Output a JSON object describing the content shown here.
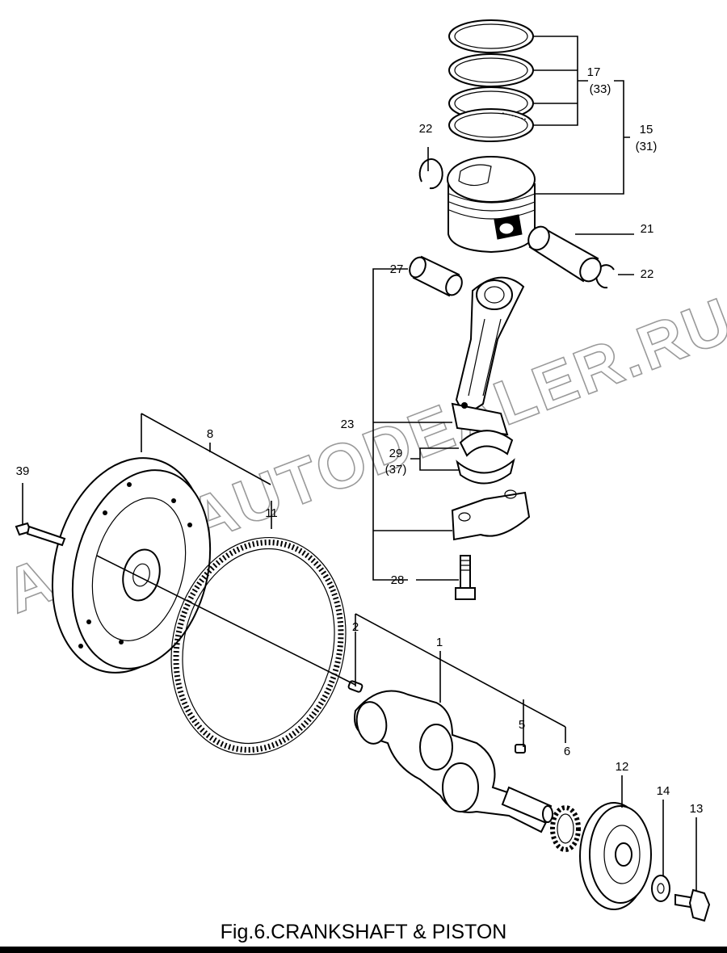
{
  "figure": {
    "caption": "Fig.6.CRANKSHAFT & PISTON",
    "watermark": "AGAT.AUTODEALER.RU"
  },
  "callouts": [
    {
      "id": "c1",
      "text": "1"
    },
    {
      "id": "c2",
      "text": "2"
    },
    {
      "id": "c5",
      "text": "5"
    },
    {
      "id": "c6",
      "text": "6"
    },
    {
      "id": "c8",
      "text": "8"
    },
    {
      "id": "c11",
      "text": "11"
    },
    {
      "id": "c12",
      "text": "12"
    },
    {
      "id": "c13",
      "text": "13"
    },
    {
      "id": "c14",
      "text": "14"
    },
    {
      "id": "c15",
      "text": "15"
    },
    {
      "id": "c15b",
      "text": "(31)"
    },
    {
      "id": "c17",
      "text": "17"
    },
    {
      "id": "c17b",
      "text": "(33)"
    },
    {
      "id": "c21",
      "text": "21"
    },
    {
      "id": "c22a",
      "text": "22"
    },
    {
      "id": "c22b",
      "text": "22"
    },
    {
      "id": "c23",
      "text": "23"
    },
    {
      "id": "c27",
      "text": "27"
    },
    {
      "id": "c28",
      "text": "28"
    },
    {
      "id": "c29",
      "text": "29"
    },
    {
      "id": "c29b",
      "text": "(37)"
    },
    {
      "id": "c39",
      "text": "39"
    }
  ]
}
